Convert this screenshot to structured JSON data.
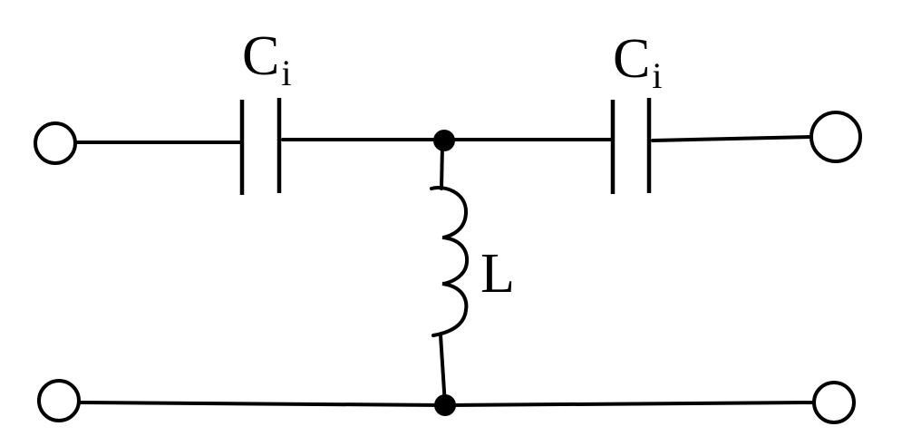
{
  "diagram": {
    "components": [
      {
        "id": "c1",
        "type": "capacitor",
        "label": "C",
        "subscript": "i"
      },
      {
        "id": "c2",
        "type": "capacitor",
        "label": "C",
        "subscript": "i"
      },
      {
        "id": "l1",
        "type": "inductor",
        "label": "L"
      }
    ],
    "terminals": [
      {
        "id": "in-top",
        "role": "input"
      },
      {
        "id": "in-bottom",
        "role": "input"
      },
      {
        "id": "out-top",
        "role": "output"
      },
      {
        "id": "out-bottom",
        "role": "output"
      }
    ],
    "junctions": [
      {
        "id": "node-top"
      },
      {
        "id": "node-bottom"
      }
    ],
    "colors": {
      "stroke": "#000000",
      "background": "#ffffff"
    }
  }
}
